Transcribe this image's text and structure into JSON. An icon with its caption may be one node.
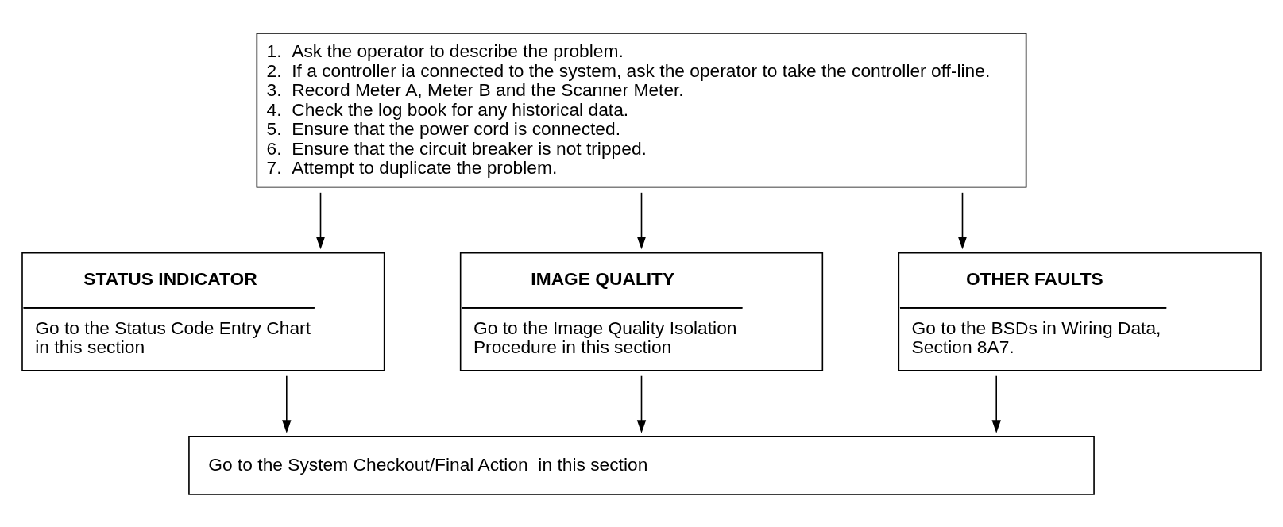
{
  "diagram": {
    "nodes": [
      {
        "text": [
          "1.  Ask the operator to describe the problem.",
          "2.  If a controller ia connected to the system, ask the operator to take the controller off-line.",
          "3.  Record Meter A, Meter B and the Scanner Meter.",
          "4.  Check the log book for any historical data.",
          "5.  Ensure that the power cord is connected.",
          "6.  Ensure that the circuit breaker is not tripped.",
          "7.  Attempt to duplicate the problem."
        ]
      },
      {
        "text": [
          "STATUS INDICATOR",
          "Go to the Status Code Entry Chart in this section"
        ]
      },
      {
        "text": [
          "IMAGE QUALITY",
          "Go to the Image Quality Isolation Procedure in this section"
        ]
      },
      {
        "text": [
          "OTHER FAULTS",
          "Go to the BSDs in Wiring Data, Section 8A7."
        ]
      },
      {
        "text": [
          "Go to the System Checkout/Final Action  in this section"
        ]
      }
    ],
    "edges": [
      {
        "from": 0,
        "to": 1,
        "arrow": "to"
      },
      {
        "from": 0,
        "to": 2,
        "arrow": "to"
      },
      {
        "from": 0,
        "to": 3,
        "arrow": "to"
      },
      {
        "from": 1,
        "to": 4,
        "arrow": "to"
      },
      {
        "from": 2,
        "to": 4,
        "arrow": "to"
      },
      {
        "from": 3,
        "to": 4,
        "arrow": "to"
      }
    ]
  }
}
